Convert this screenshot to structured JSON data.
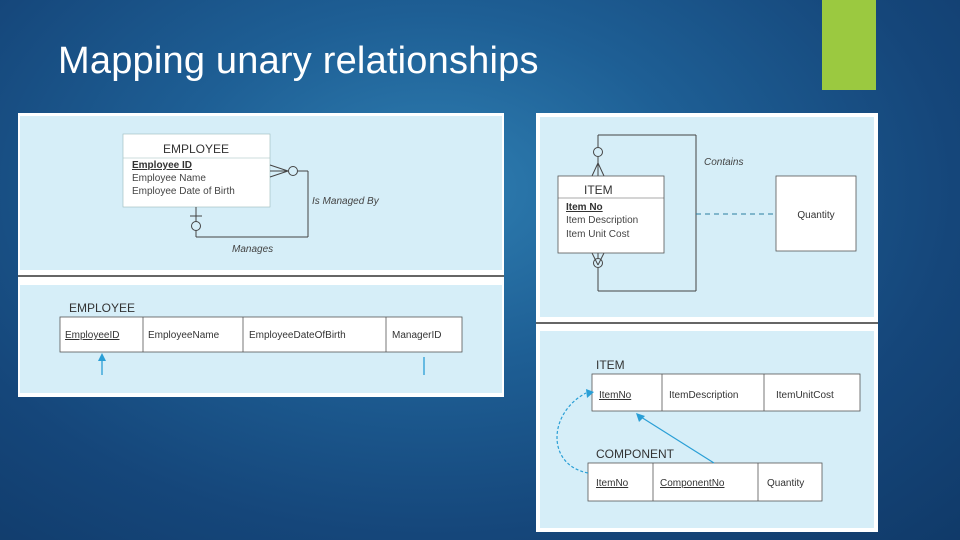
{
  "slide": {
    "title": "Mapping unary relationships"
  },
  "employee_erd": {
    "entity_name": "EMPLOYEE",
    "attributes": [
      "Employee ID",
      "Employee Name",
      "Employee Date of Birth"
    ],
    "relationship_top": "Is Managed By",
    "relationship_bottom": "Manages"
  },
  "employee_relation": {
    "name": "EMPLOYEE",
    "columns": [
      "EmployeeID",
      "EmployeeName",
      "EmployeeDateOfBirth",
      "ManagerID"
    ]
  },
  "item_erd": {
    "entity_name": "ITEM",
    "attributes": [
      "Item No",
      "Item Description",
      "Item Unit Cost"
    ],
    "relationship": "Contains",
    "associative_entity": "Quantity"
  },
  "item_relations": {
    "item": {
      "name": "ITEM",
      "columns": [
        "ItemNo",
        "ItemDescription",
        "ItemUnitCost"
      ]
    },
    "component": {
      "name": "COMPONENT",
      "columns": [
        "ItemNo",
        "ComponentNo",
        "Quantity"
      ]
    }
  },
  "colors": {
    "accent": "#9bc940",
    "panel_fill": "#d6eef8",
    "line": "#4a4a4a",
    "arrow": "#2a9fd6"
  }
}
